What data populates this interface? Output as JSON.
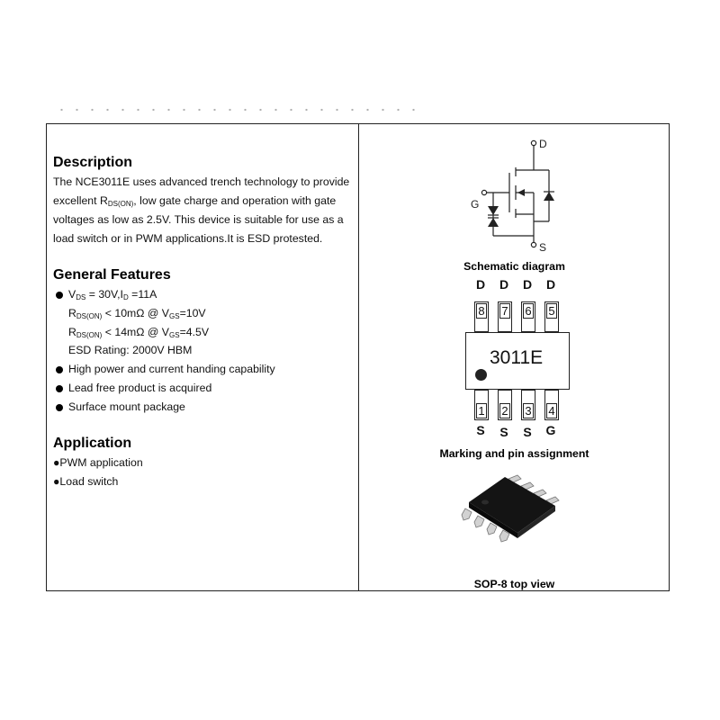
{
  "description": {
    "title": "Description",
    "line1": "The NCE3011E uses advanced trench technology to provide",
    "line2_pre": "excellent R",
    "line2_sub": "DS(ON)",
    "line2_post": ", low gate charge and operation with gate",
    "line3": "voltages as low as 2.5V. This device is suitable for use as a",
    "line4": "load switch or in PWM applications.It is ESD protested."
  },
  "features": {
    "title": "General Features",
    "vds_v": "V",
    "vds_sub": "DS",
    "vds_mid": " = 30V,I",
    "id_sub": "D",
    "id_val": " =11A",
    "r1_r": "R",
    "r1_sub": "DS(ON)",
    "r1_mid": " < 10mΩ @ V",
    "r1_gs": "GS",
    "r1_val": "=10V",
    "r2_r": "R",
    "r2_sub": "DS(ON)",
    "r2_mid": " < 14mΩ @ V",
    "r2_gs": "GS",
    "r2_val": "=4.5V",
    "esd": "ESD Rating: 2000V HBM",
    "item2": "High power and current handing capability",
    "item3": "Lead free product is acquired",
    "item4": "Surface mount package"
  },
  "application": {
    "title": "Application",
    "item1": "●PWM application",
    "item2": "●Load switch"
  },
  "schematic": {
    "caption": "Schematic diagram",
    "label_d": "D",
    "label_g": "G",
    "label_s": "S"
  },
  "marking": {
    "caption": "Marking and pin assignment",
    "chip_text": "3011E",
    "top_letters": [
      "D",
      "D",
      "D",
      "D"
    ],
    "top_pins": [
      "8",
      "7",
      "6",
      "5"
    ],
    "bottom_pins": [
      "1",
      "2",
      "3",
      "4"
    ],
    "bottom_letters": [
      "S",
      "S",
      "S",
      "G"
    ]
  },
  "package": {
    "caption": "SOP-8 top view"
  },
  "colors": {
    "line": "#222222",
    "package_body": "#141414",
    "lead": "#c9c9c9"
  }
}
